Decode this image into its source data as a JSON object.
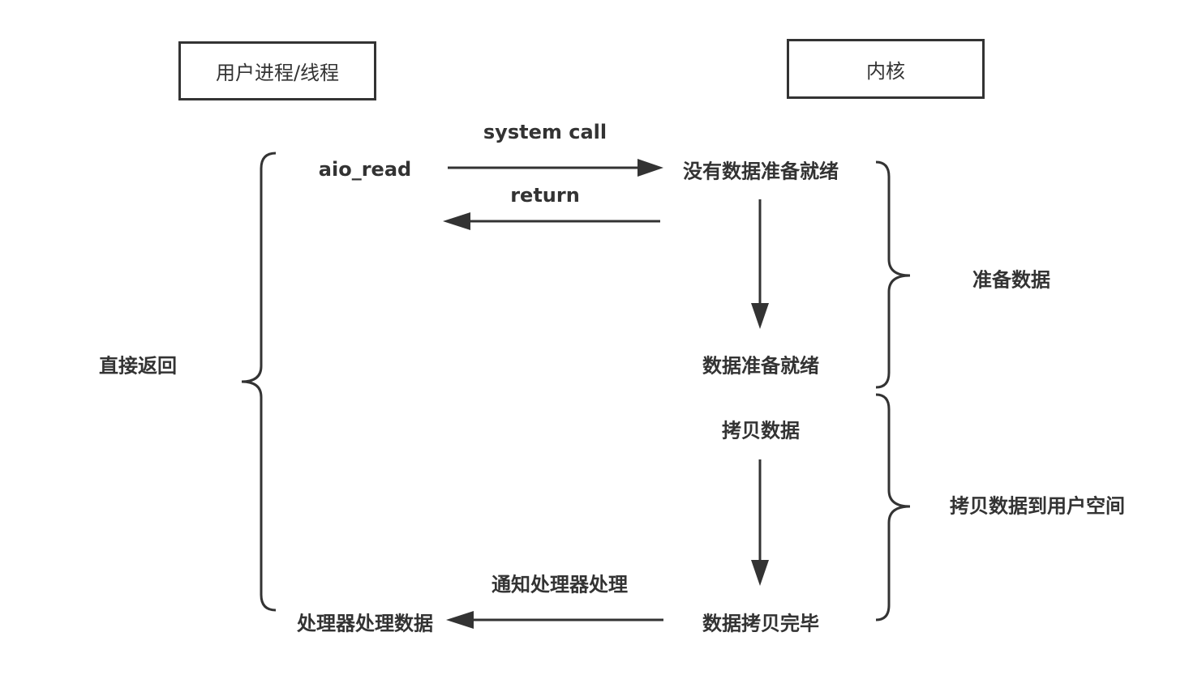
{
  "lanes": {
    "user": "用户进程/线程",
    "kernel": "内核"
  },
  "messages": {
    "syscall": "system call",
    "return": "return",
    "notify": "通知处理器处理"
  },
  "user_steps": {
    "aio_read": "aio_read",
    "handle": "处理器处理数据"
  },
  "kernel_steps": {
    "not_ready": "没有数据准备就绪",
    "ready": "数据准备就绪",
    "copy": "拷贝数据",
    "copy_done": "数据拷贝完毕"
  },
  "phases": {
    "direct_return": "直接返回",
    "prepare": "准备数据",
    "copy_to_user": "拷贝数据到用户空间"
  },
  "colors": {
    "stroke": "#333333",
    "background": "#ffffff"
  }
}
